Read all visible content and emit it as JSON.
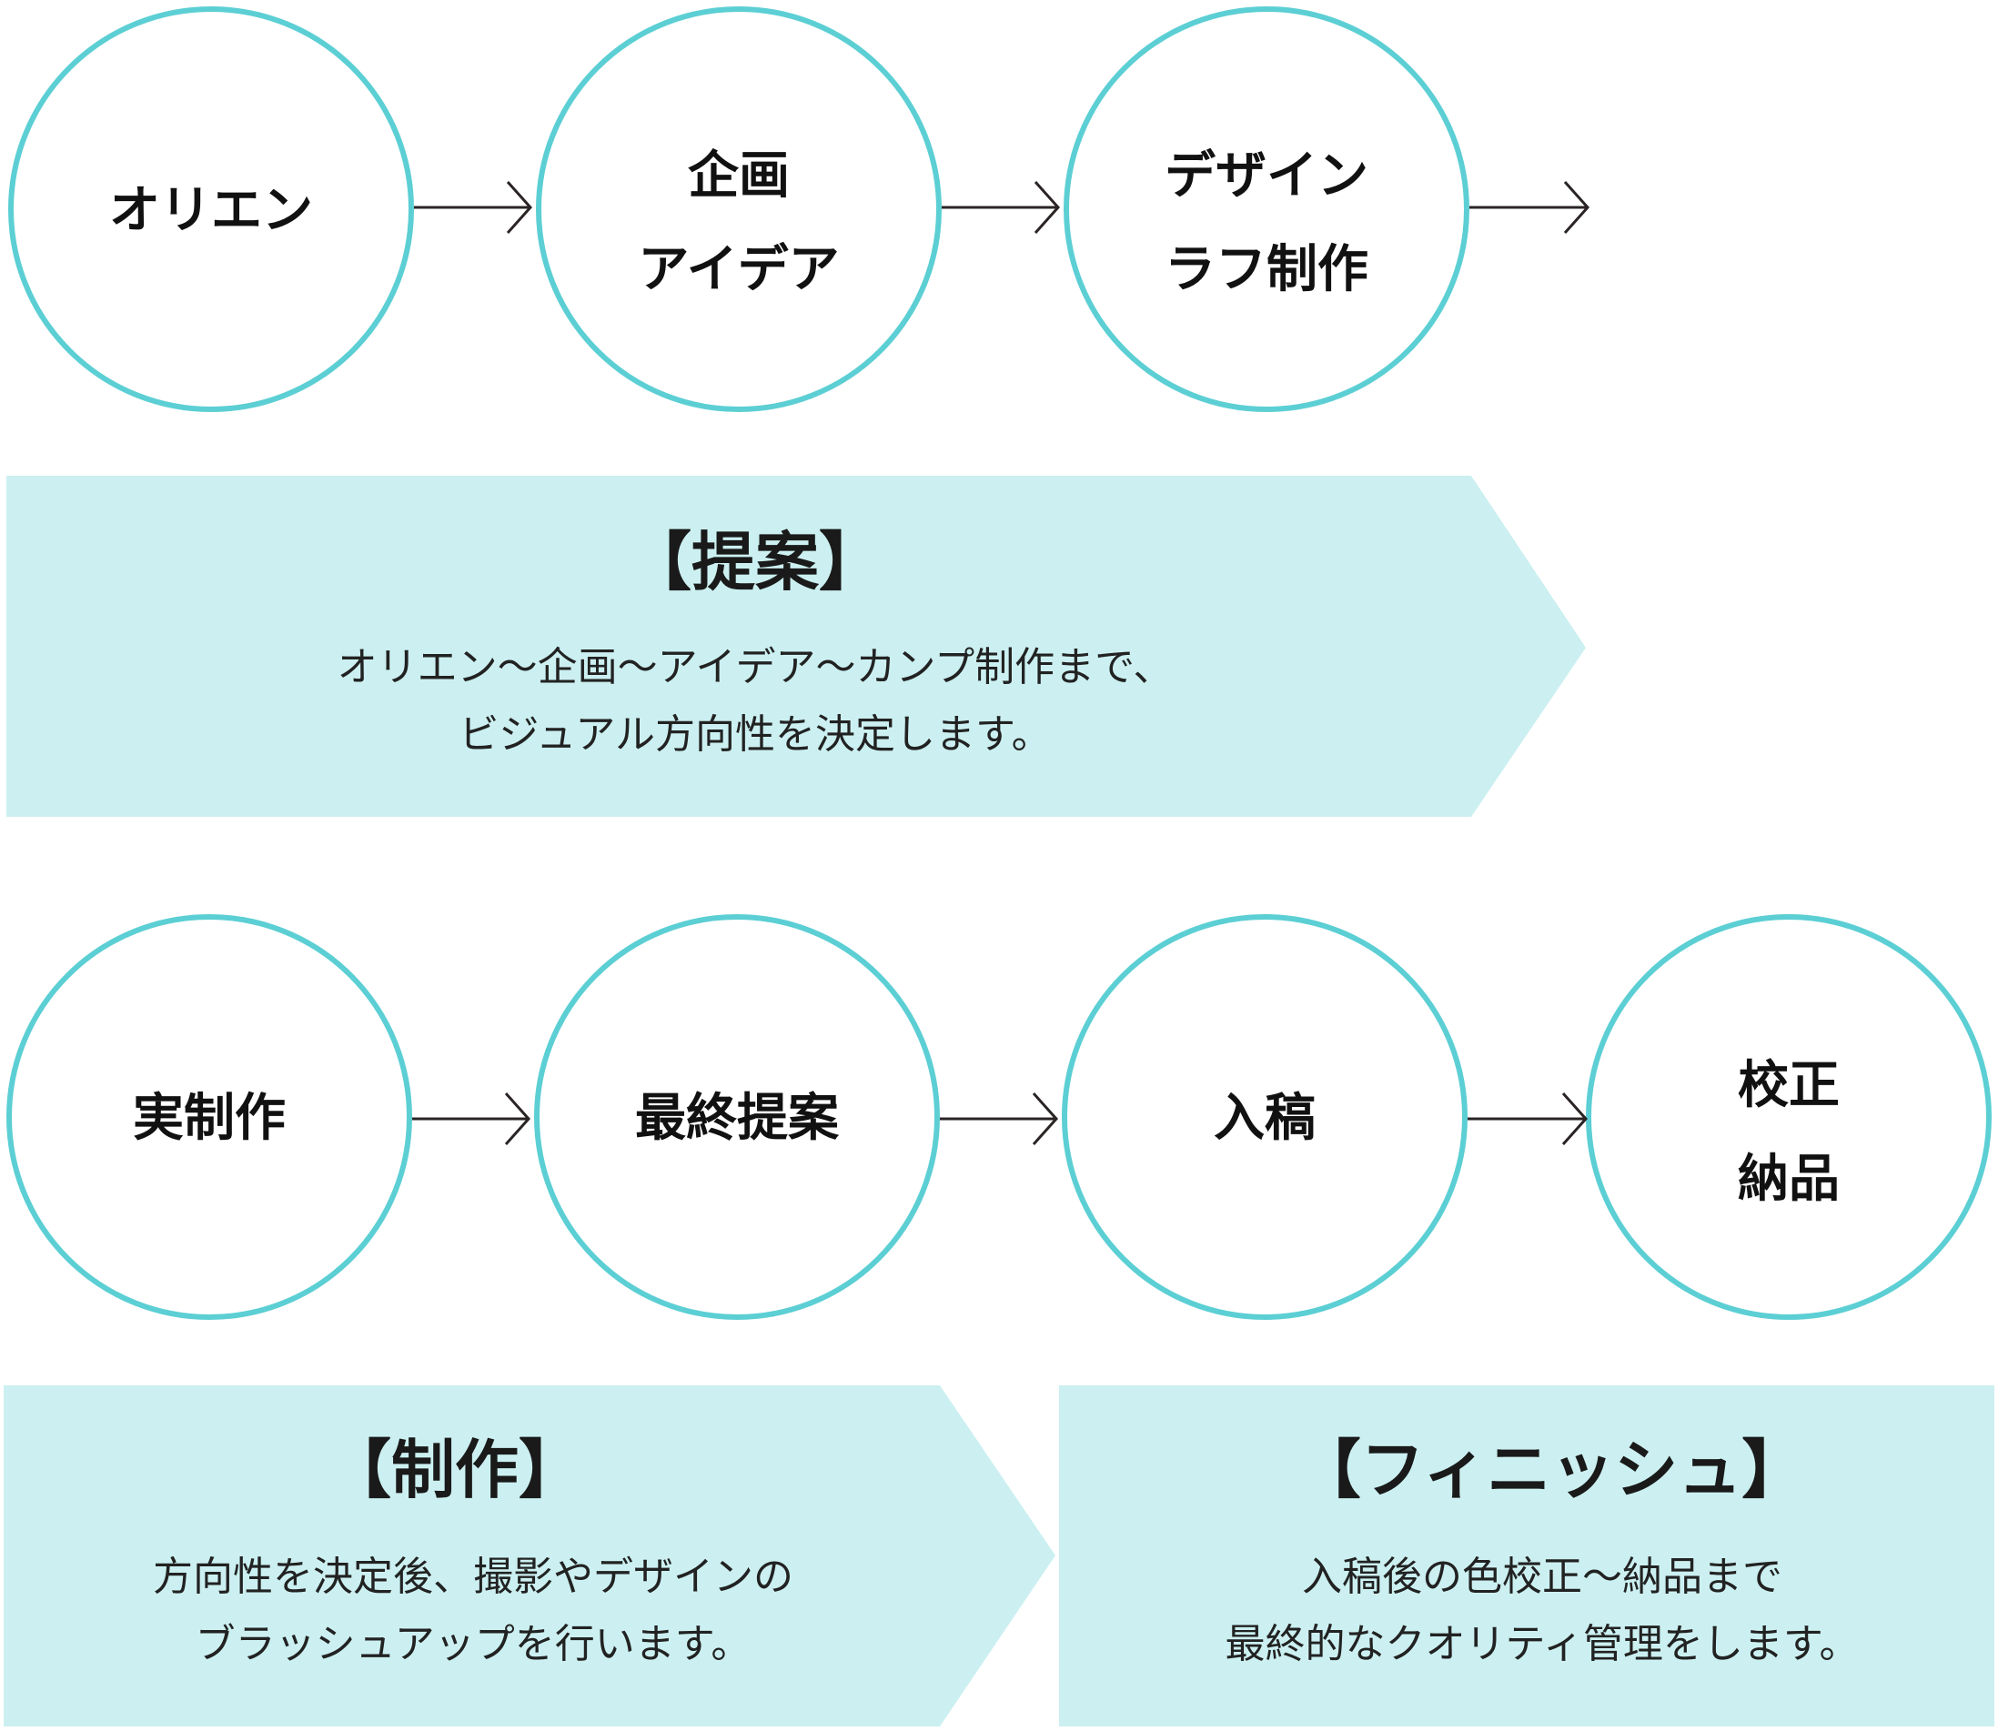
{
  "colors": {
    "circle_stroke": "#5ccfd4",
    "banner_fill": "#ccf0f1",
    "arrow": "#2a2424"
  },
  "row1": {
    "nodes": [
      {
        "lines": [
          "オリエン"
        ]
      },
      {
        "lines": [
          "企画",
          "アイデア"
        ]
      },
      {
        "lines": [
          "デザイン",
          "ラフ制作"
        ]
      }
    ]
  },
  "banner_proposal": {
    "title": "【提案】",
    "desc": [
      "オリエン〜企画〜アイデア〜カンプ制作まで、",
      "ビジュアル方向性を決定します。"
    ]
  },
  "row2": {
    "nodes": [
      {
        "lines": [
          "実制作"
        ]
      },
      {
        "lines": [
          "最終提案"
        ]
      },
      {
        "lines": [
          "入稿"
        ]
      },
      {
        "lines": [
          "校正",
          "納品"
        ]
      }
    ]
  },
  "banner_production": {
    "title": "【制作】",
    "desc": [
      "方向性を決定後、撮影やデザインの",
      "ブラッシュアップを行います。"
    ]
  },
  "banner_finish": {
    "title": "【フィニッシュ】",
    "desc": [
      "入稿後の色校正〜納品まで",
      "最終的なクオリティ管理をします。"
    ]
  }
}
